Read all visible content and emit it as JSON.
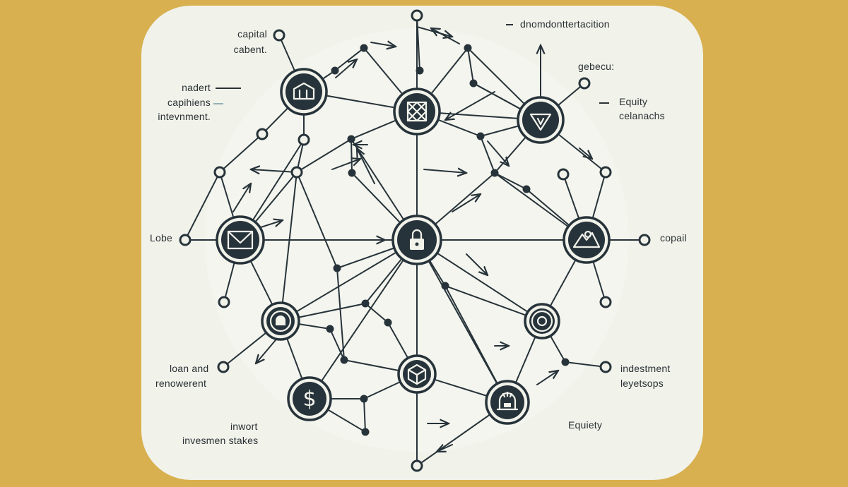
{
  "colors": {
    "background": "#d8b04f",
    "panel": "#f1f2ea",
    "ink": "#27333a",
    "accent_dash": "#8fb3b5"
  },
  "labels": {
    "top_left_1": "capital",
    "top_left_2": "cabent.",
    "left_upper_1": "nadert",
    "left_upper_2": "capihiens",
    "left_upper_3": "intevnment.",
    "left_mid": "Lobe",
    "left_lower_1": "loan and",
    "left_lower_2": "renowerent",
    "bottom_left_1": "inwort",
    "bottom_left_2": "invesmen stakes",
    "top_right_title": "dnomdonttertacition",
    "right_upper_1": "gebecu:",
    "right_equity_1": "Equity",
    "right_equity_2": "celanachs",
    "right_mid": "copail",
    "right_lower_1": "indestment",
    "right_lower_2": "leyetsops",
    "bottom_right": "Equiety"
  },
  "icons": {
    "hub_top_left": "bank-icon",
    "hub_top_center": "crossed-square-icon",
    "hub_top_right": "shield-drop-icon",
    "hub_left": "envelope-icon",
    "hub_center": "lock-icon",
    "hub_right": "mountain-icon",
    "hub_lower_left": "target-icon",
    "hub_lower_right": "concentric-circle-icon",
    "hub_bottom_left": "dollar-icon",
    "hub_bottom_center": "cube-icon",
    "hub_bottom_right": "vault-icon"
  }
}
